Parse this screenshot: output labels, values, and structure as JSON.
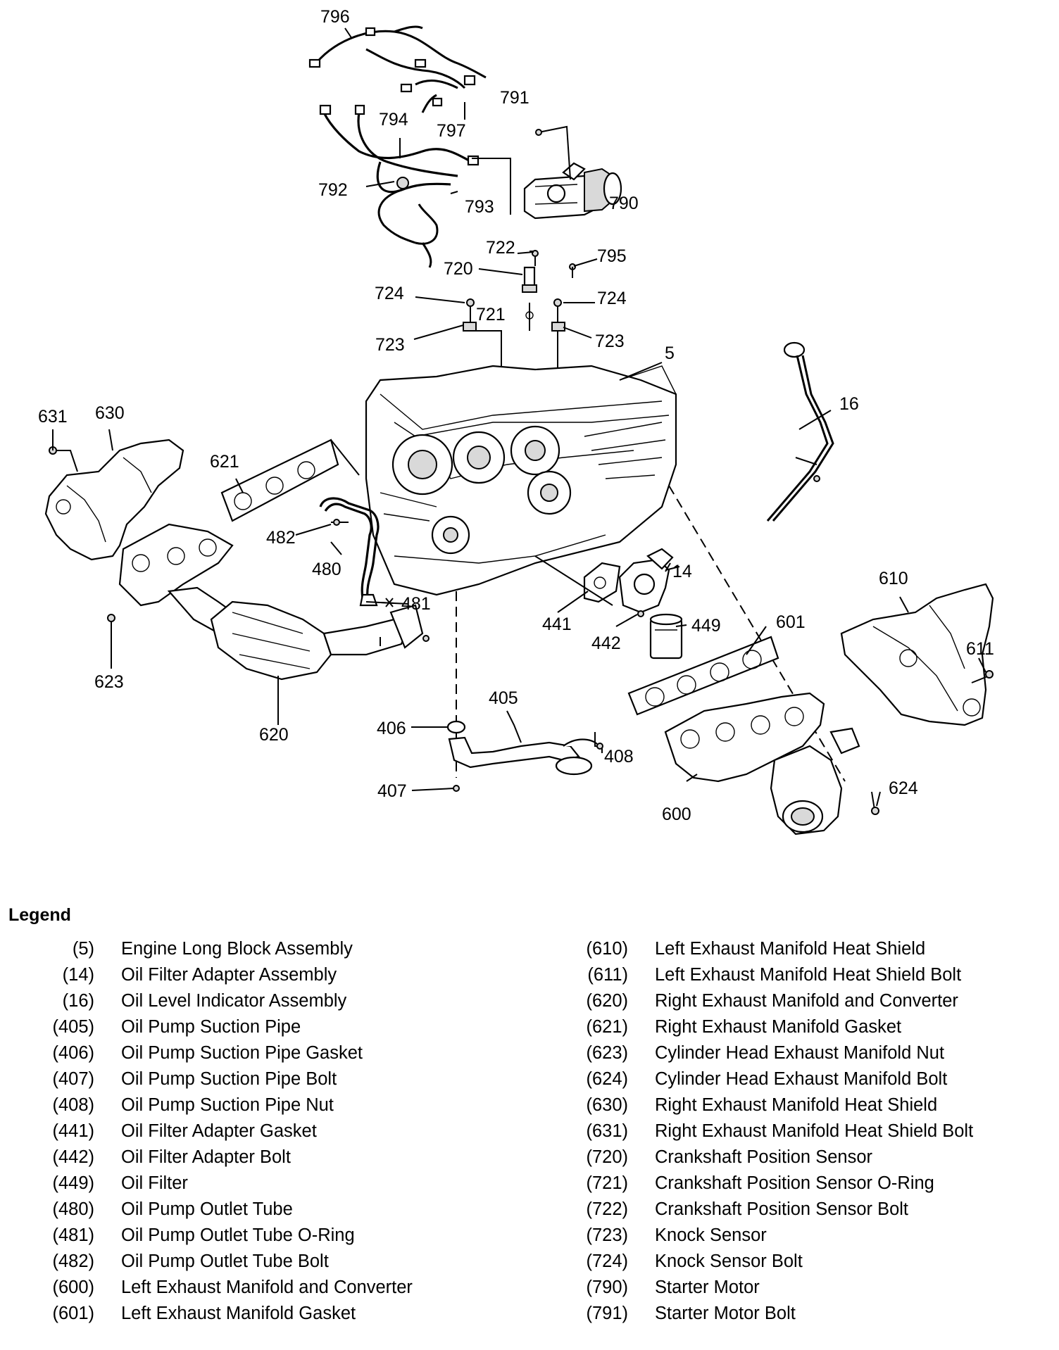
{
  "diagram": {
    "callouts": [
      "796",
      "791",
      "794",
      "797",
      "792",
      "793",
      "790",
      "722",
      "720",
      "795",
      "724",
      "721",
      "724",
      "723",
      "723",
      "5",
      "631",
      "630",
      "16",
      "621",
      "482",
      "480",
      "481",
      "14",
      "441",
      "449",
      "442",
      "601",
      "610",
      "611",
      "623",
      "620",
      "405",
      "406",
      "408",
      "407",
      "624",
      "600"
    ]
  },
  "legend": {
    "title": "Legend",
    "left": [
      {
        "num": "(5)",
        "label": "Engine Long Block Assembly"
      },
      {
        "num": "(14)",
        "label": "Oil Filter Adapter Assembly"
      },
      {
        "num": "(16)",
        "label": "Oil Level Indicator Assembly"
      },
      {
        "num": "(405)",
        "label": "Oil Pump Suction Pipe"
      },
      {
        "num": "(406)",
        "label": "Oil Pump Suction Pipe Gasket"
      },
      {
        "num": "(407)",
        "label": "Oil Pump Suction Pipe Bolt"
      },
      {
        "num": "(408)",
        "label": "Oil Pump Suction Pipe Nut"
      },
      {
        "num": "(441)",
        "label": "Oil Filter Adapter Gasket"
      },
      {
        "num": "(442)",
        "label": "Oil Filter Adapter Bolt"
      },
      {
        "num": "(449)",
        "label": "Oil Filter"
      },
      {
        "num": "(480)",
        "label": "Oil Pump Outlet Tube"
      },
      {
        "num": "(481)",
        "label": "Oil Pump Outlet Tube O-Ring"
      },
      {
        "num": "(482)",
        "label": "Oil Pump Outlet Tube Bolt"
      },
      {
        "num": "(600)",
        "label": "Left Exhaust Manifold and Converter"
      },
      {
        "num": "(601)",
        "label": "Left Exhaust Manifold Gasket"
      }
    ],
    "right": [
      {
        "num": "(610)",
        "label": "Left Exhaust Manifold Heat Shield"
      },
      {
        "num": "(611)",
        "label": "Left Exhaust Manifold Heat Shield Bolt"
      },
      {
        "num": "(620)",
        "label": "Right Exhaust Manifold and Converter"
      },
      {
        "num": "(621)",
        "label": "Right Exhaust Manifold Gasket"
      },
      {
        "num": "(623)",
        "label": "Cylinder Head Exhaust Manifold Nut"
      },
      {
        "num": "(624)",
        "label": "Cylinder Head Exhaust Manifold Bolt"
      },
      {
        "num": "(630)",
        "label": "Right Exhaust Manifold Heat Shield"
      },
      {
        "num": "(631)",
        "label": "Right Exhaust Manifold Heat Shield Bolt"
      },
      {
        "num": "(720)",
        "label": "Crankshaft Position Sensor"
      },
      {
        "num": "(721)",
        "label": "Crankshaft Position Sensor O-Ring"
      },
      {
        "num": "(722)",
        "label": "Crankshaft Position Sensor Bolt"
      },
      {
        "num": "(723)",
        "label": "Knock Sensor"
      },
      {
        "num": "(724)",
        "label": "Knock Sensor Bolt"
      },
      {
        "num": "(790)",
        "label": "Starter Motor"
      },
      {
        "num": "(791)",
        "label": "Starter Motor Bolt"
      }
    ]
  }
}
